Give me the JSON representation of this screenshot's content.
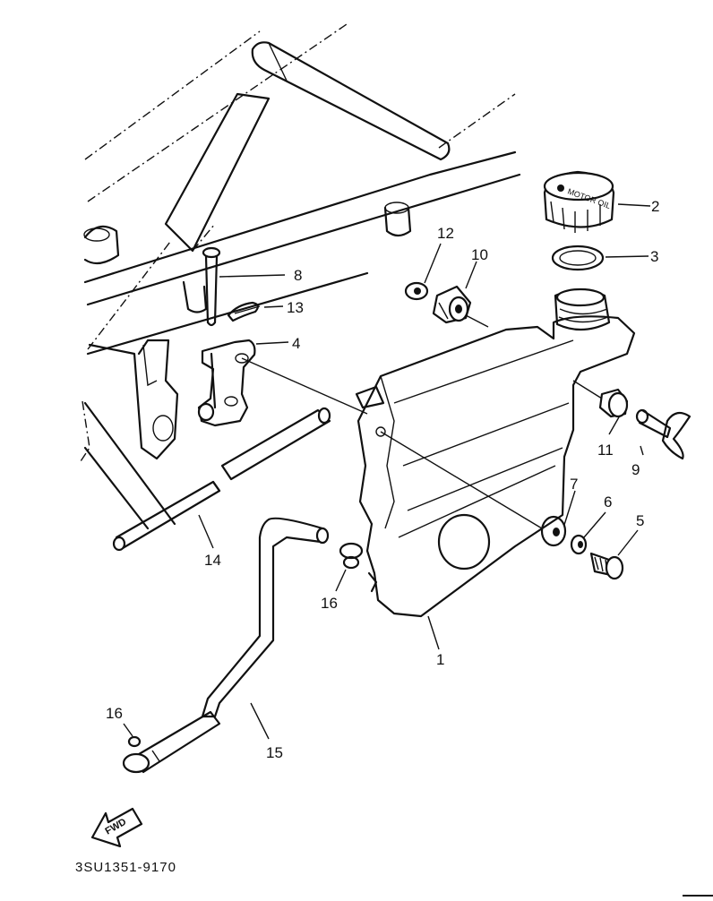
{
  "diagram": {
    "code": "3SU1351-9170",
    "fwd_label": "FWD",
    "cap_text": "MOTOR OIL",
    "callouts": [
      {
        "id": "1",
        "label": "1"
      },
      {
        "id": "2",
        "label": "2"
      },
      {
        "id": "3",
        "label": "3"
      },
      {
        "id": "4",
        "label": "4"
      },
      {
        "id": "5",
        "label": "5"
      },
      {
        "id": "6",
        "label": "6"
      },
      {
        "id": "7",
        "label": "7"
      },
      {
        "id": "8",
        "label": "8"
      },
      {
        "id": "9",
        "label": "9"
      },
      {
        "id": "10",
        "label": "10"
      },
      {
        "id": "11",
        "label": "11"
      },
      {
        "id": "12",
        "label": "12"
      },
      {
        "id": "13",
        "label": "13"
      },
      {
        "id": "14",
        "label": "14"
      },
      {
        "id": "15",
        "label": "15"
      },
      {
        "id": "16a",
        "label": "16"
      },
      {
        "id": "16b",
        "label": "16"
      }
    ]
  }
}
